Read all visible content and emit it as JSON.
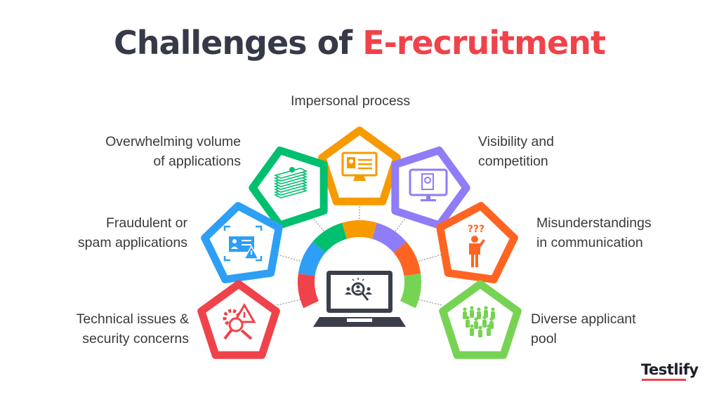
{
  "title": {
    "prefix": "Challenges of ",
    "accent": "E-recruitment"
  },
  "challenges": [
    {
      "line1": "Impersonal process",
      "line2": "",
      "color": "#f79a00",
      "icon": "monitor-profile-icon"
    },
    {
      "line1": "Overwhelming volume",
      "line2": "of applications",
      "color": "#00bf6f",
      "icon": "paper-stack-icon"
    },
    {
      "line1": "Visibility and",
      "line2": "competition",
      "color": "#8f7cf7",
      "icon": "monitor-resume-icon"
    },
    {
      "line1": "Fraudulent or",
      "line2": "spam applications",
      "color": "#2d9ff5",
      "icon": "id-card-warning-icon"
    },
    {
      "line1": "Misunderstandings",
      "line2": "in communication",
      "color": "#ff6422",
      "icon": "confused-person-icon"
    },
    {
      "line1": "Technical issues &",
      "line2": "security concerns",
      "color": "#f0424a",
      "icon": "gear-wrench-warning-icon"
    },
    {
      "line1": "Diverse applicant",
      "line2": "pool",
      "color": "#77d353",
      "icon": "crowd-icon"
    }
  ],
  "center": {
    "icon": "laptop-search-people-icon",
    "color": "#3a3f4b"
  },
  "logo": {
    "text": "Testlify"
  }
}
